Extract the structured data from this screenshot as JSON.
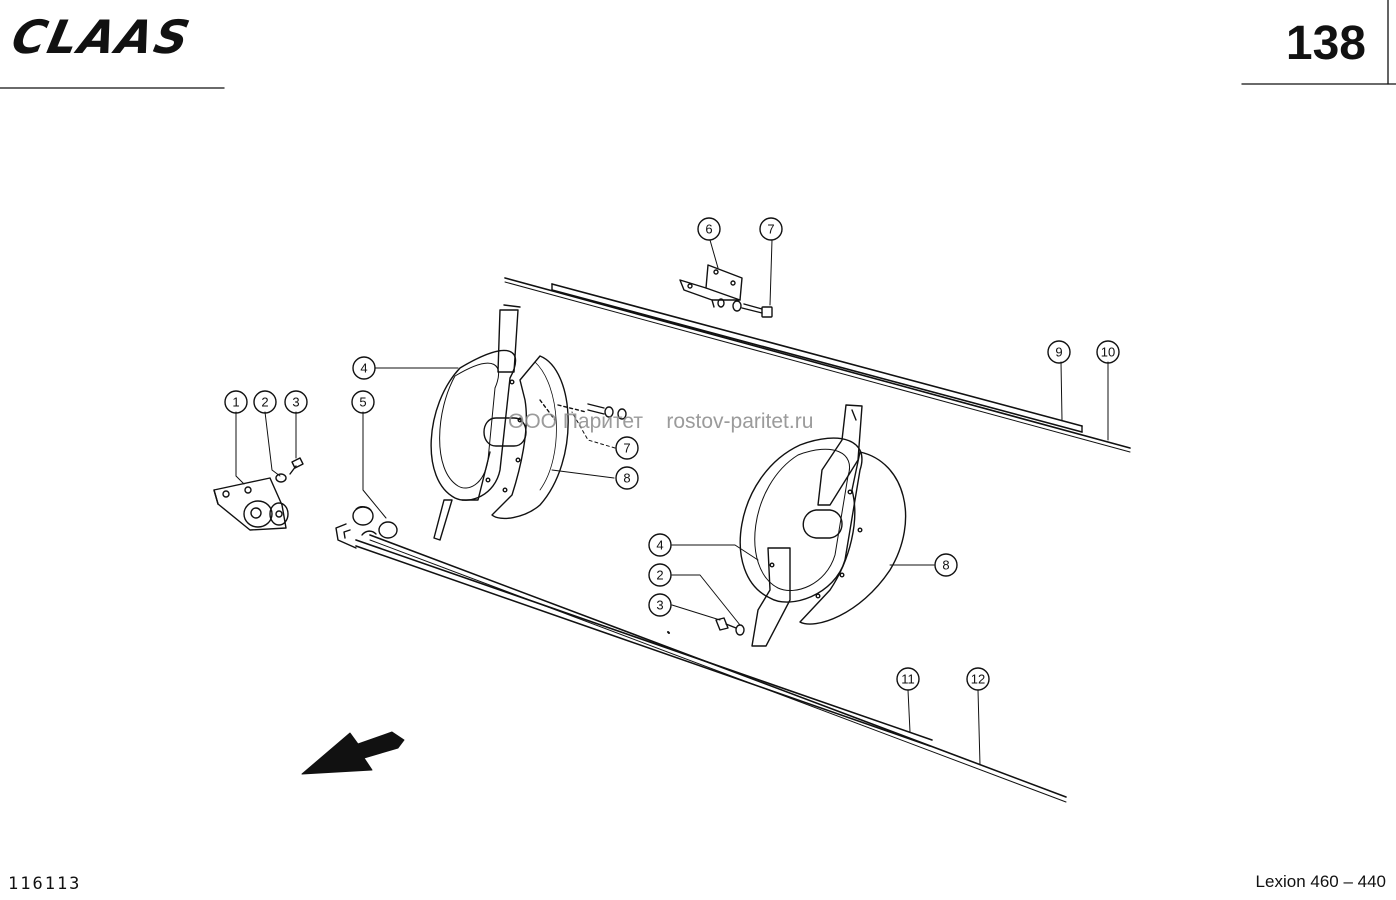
{
  "header": {
    "brand": "CLAAS",
    "page_number": "138"
  },
  "footer": {
    "doc_code": "116113",
    "model": "Lexion 460 – 440"
  },
  "watermark": "ООО Паритет    rostov-paritet.ru",
  "callouts": {
    "c1": "1",
    "c2a": "2",
    "c3a": "3",
    "c4a": "4",
    "c5": "5",
    "c6": "6",
    "c7a": "7",
    "c7b": "7",
    "c8a": "8",
    "c8b": "8",
    "c9": "9",
    "c10": "10",
    "c4b": "4",
    "c2b": "2",
    "c3b": "3",
    "c11": "11",
    "c12": "12"
  }
}
